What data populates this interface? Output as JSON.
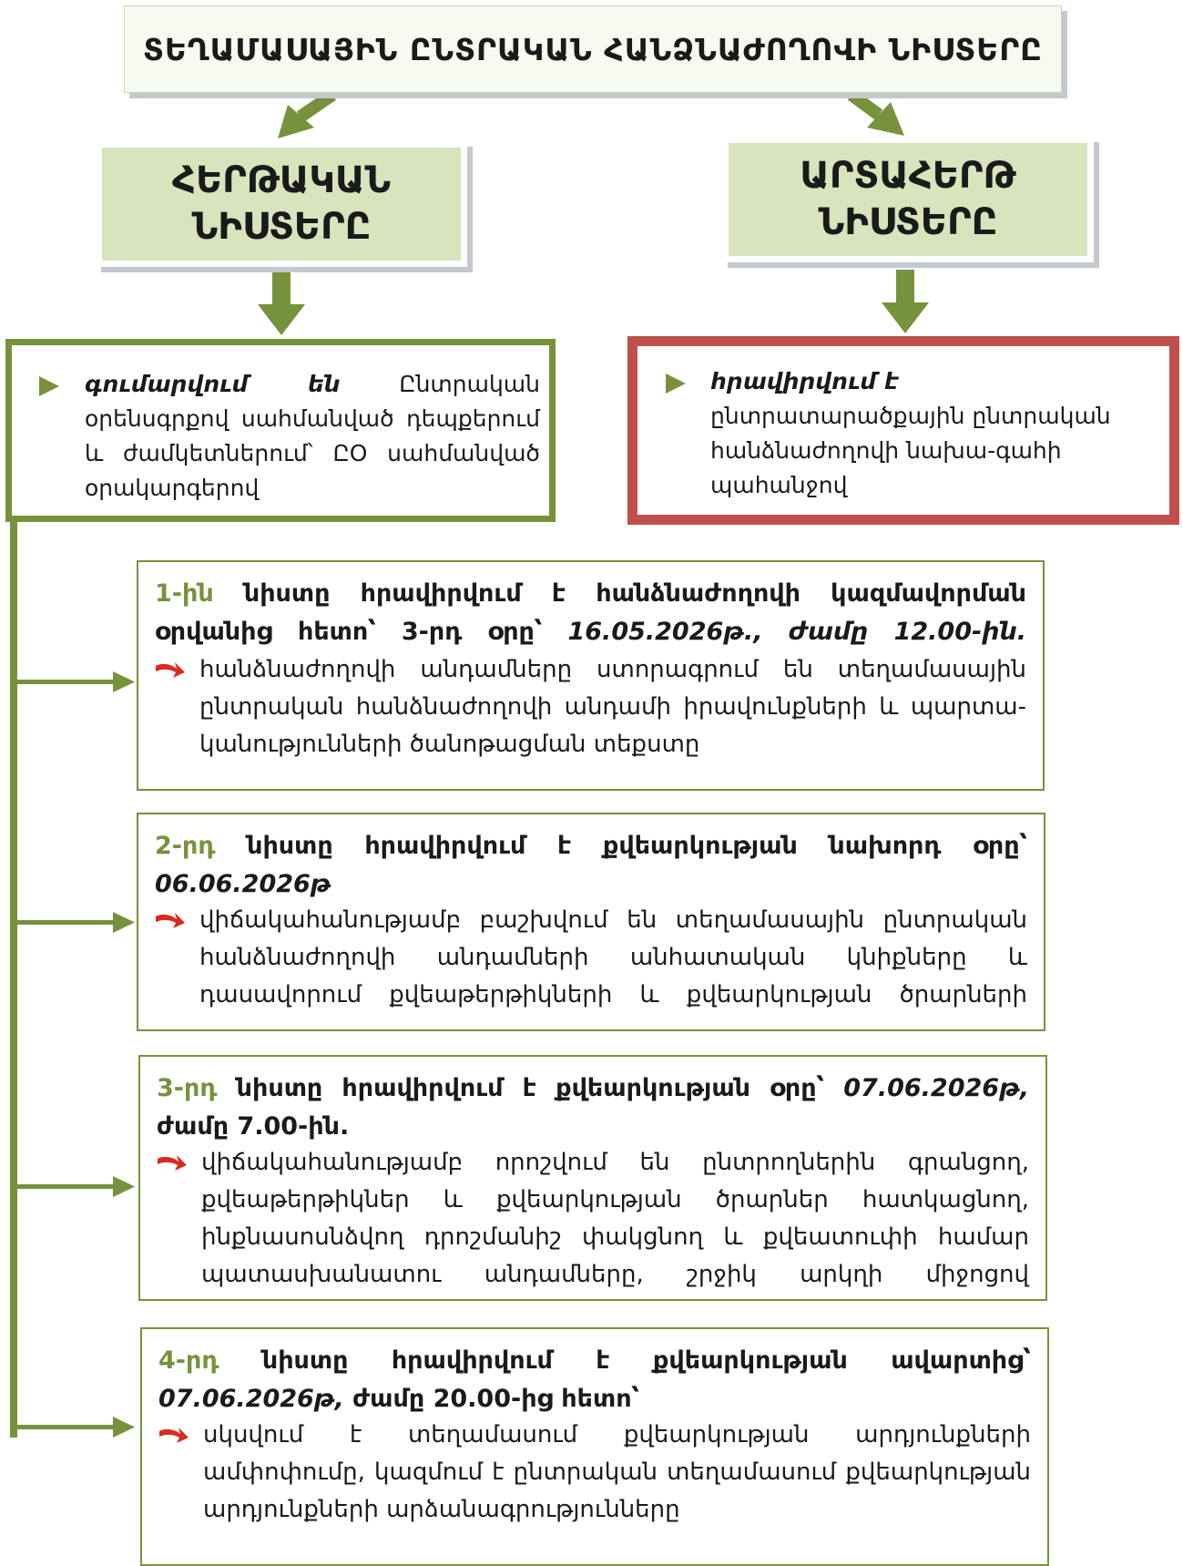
{
  "title": "ՏԵՂԱՄԱՍԱՅԻՆ ԸՆՏՐԱԿԱՆ ՀԱՆՁՆԱԺՈՂՈՎԻ ՆԻՍՏԵՐԸ",
  "categories": {
    "left": "ՀԵՐԹԱԿԱՆ\nՆԻՍՏԵՐԸ",
    "right": "ԱՐՏԱՀԵՐԹ\nՆԻՍՏԵՐԸ"
  },
  "left_main": {
    "emphasis": "գումարվում են",
    "text": "Ընտրական օրենսգրքով սահմանված դեպքերում և ժամկետներում՝ ԸՕ սահմանված օրակարգերով"
  },
  "right_main": {
    "emphasis": "հրավիրվում է",
    "text": "ընտրատարածքային ընտրական հանձնաժողովի նախա-գահի պահանջով"
  },
  "steps": [
    {
      "num": "1-ին",
      "head": "նիստը հրավիրվում է հանձնաժողովի կազմավորման օրվանից հետո՝ 3-րդ օրը՝",
      "date": "16.05.2026թ., ժամը 12.00-ին.",
      "body": "հանձնաժողովի անդամները ստորագրում են տեղամասային ընտրական հանձնաժողովի անդամի իրավունքների և պարտա-կանությունների ծանոթացման տեքստը"
    },
    {
      "num": "2-րդ",
      "head": "նիստը հրավիրվում է քվեարկության նախորդ օրը՝",
      "date": "06.06.2026թ",
      "body": "վիճակահանությամբ բաշխվում են տեղամասային ընտրական հանձնաժողովի անդամների անհատական կնիքները և դասավորում քվեաթերթիկների և քվեարկության ծրարների"
    },
    {
      "num": "3-րդ",
      "head": "նիստը հրավիրվում է քվեարկության օրը՝",
      "date": "07.06.2026թ,",
      "head_tail": "ժամը 7.00-ին.",
      "body": "վիճակահանությամբ որոշվում են ընտրողներին գրանցող, քվեաթերթիկներ և քվեարկության ծրարներ հատկացնող, ինքնասոսնձվող դրոշմանիշ փակցնող և քվեատուփի համար պատասխանատու անդամները, շրջիկ արկղի միջոցով"
    },
    {
      "num": "4-րդ",
      "head": "նիստը հրավիրվում է քվեարկության ավարտից՝",
      "date": "07.06.2026թ,",
      "head_tail": "ժամը 20.00-ից հետո՝",
      "body": "սկսվում է տեղամասում քվեարկության արդյունքների ամփոփումը, կազմում է ընտրական տեղամասում քվեարկության արդյունքների արձանագրությունները"
    }
  ],
  "colors": {
    "green": "#77923c",
    "light_green": "#d7e4bc",
    "red": "#c0504d",
    "swoosh": "#d92b1f"
  }
}
